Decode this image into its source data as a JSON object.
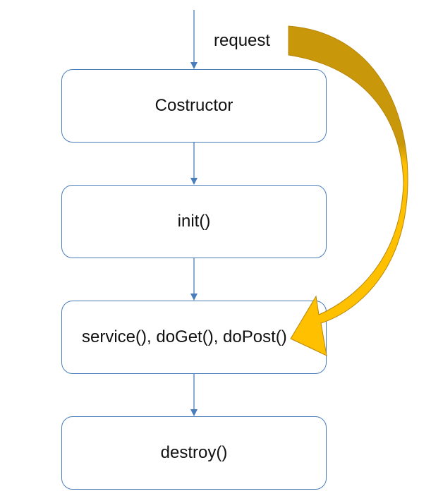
{
  "diagram": {
    "request_label": "request",
    "stages": [
      {
        "label": "Costructor"
      },
      {
        "label": "init()"
      },
      {
        "label": "service(), doGet(), doPost()"
      },
      {
        "label": "destroy()"
      }
    ],
    "colors": {
      "box_border": "#4a7ebb",
      "connector": "#4a7ebb",
      "request_arrow_light": "#ffc000",
      "request_arrow_dark": "#c9970a",
      "request_arrow_outline": "#b8860b"
    }
  }
}
